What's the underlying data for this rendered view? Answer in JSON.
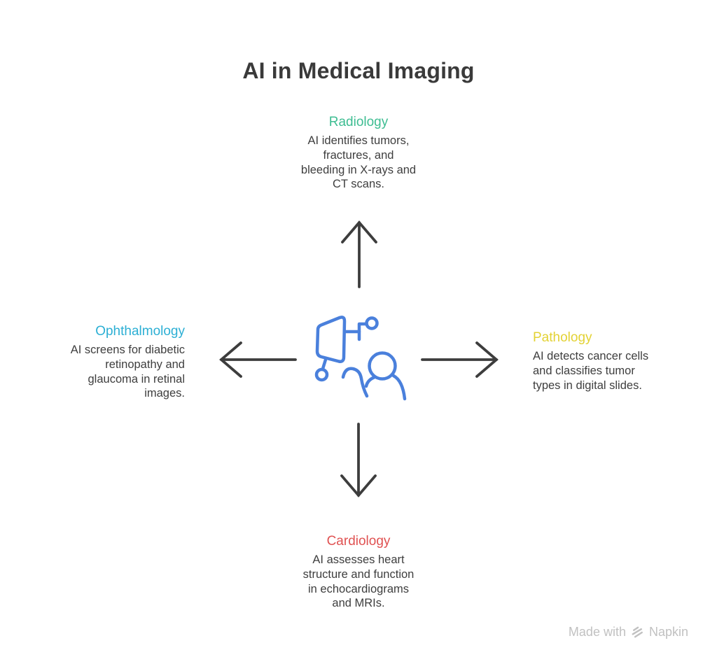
{
  "title": "AI in Medical Imaging",
  "nodes": {
    "radiology": {
      "label": "Radiology",
      "lines": [
        "AI identifies tumors,",
        "fractures, and",
        "bleeding in X-rays and",
        "CT scans."
      ]
    },
    "ophthalmology": {
      "label": "Ophthalmology",
      "lines": [
        "AI screens for diabetic",
        "retinopathy and",
        "glaucoma in retinal",
        "images."
      ]
    },
    "pathology": {
      "label": "Pathology",
      "lines": [
        "AI detects cancer cells",
        "and classifies tumor",
        "types in digital slides."
      ]
    },
    "cardiology": {
      "label": "Cardiology",
      "lines": [
        "AI assesses heart",
        "structure and function",
        "in echocardiograms",
        "and MRIs."
      ]
    }
  },
  "center_icon": "medical-imaging-patient-icon",
  "watermark": {
    "made_with": "Made with",
    "brand": "Napkin"
  },
  "colors": {
    "radiology": "#3ebd92",
    "ophthalmology": "#2cafd4",
    "pathology": "#e3d234",
    "cardiology": "#e05252",
    "icon_blue": "#4a80dc",
    "arrow": "#3d3d3d",
    "text": "#3e3e3e",
    "title": "#3a3a3a",
    "watermark": "#c1c1c1"
  }
}
